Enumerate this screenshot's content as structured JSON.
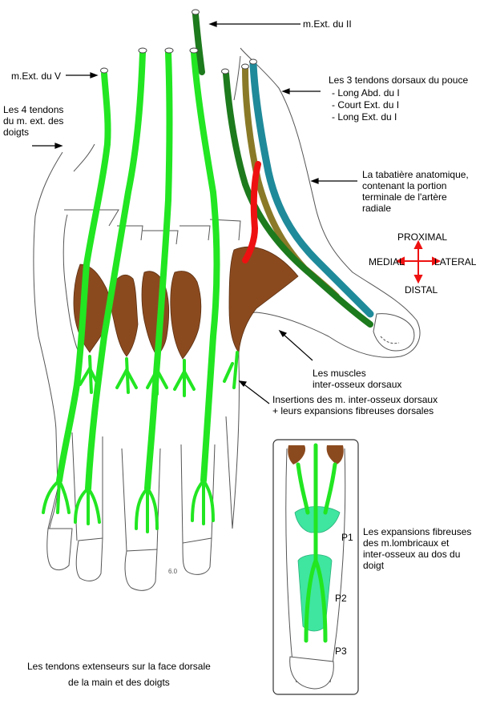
{
  "labels": {
    "ext_II": "m.Ext. du II",
    "ext_V": "m.Ext. du V",
    "four_tendons": "Les 4 tendons\ndu m. ext. des\ndoigts",
    "thumb_tendons_title": "Les 3 tendons dorsaux du pouce",
    "thumb_tendon_1": "- Long Abd. du I",
    "thumb_tendon_2": "- Court Ext. du I",
    "thumb_tendon_3": "- Long Ext. du I",
    "tabatiere": "La tabatière anatomique,\ncontenant la portion\nterminale de l'artère\nradiale",
    "proximal": "PROXIMAL",
    "distal": "DISTAL",
    "medial": "MEDIAL",
    "lateral": "LATERAL",
    "interosseous_muscles": "Les muscles\ninter-osseux dorsaux",
    "insertions": "Insertions des m. inter-osseux dorsaux\n+ leurs expansions fibreuses dorsales",
    "expansions": "Les expansions fibreuses\ndes m.lombricaux et\ninter-osseux au dos du\ndoigt",
    "p1": "P1",
    "p2": "P2",
    "p3": "P3",
    "caption": "Les tendons extenseurs sur la face dorsale\nde la main et des doigts",
    "signature": "6.0"
  },
  "colors": {
    "tendon_green": "#22e622",
    "dark_green": "#1d7a1d",
    "olive": "#8a7a28",
    "teal": "#1f8a9a",
    "artery_red": "#ee1111",
    "muscle_brown": "#8b4a1e",
    "expansion_green": "#3ee6a0",
    "orientation_red": "#ee1111"
  }
}
